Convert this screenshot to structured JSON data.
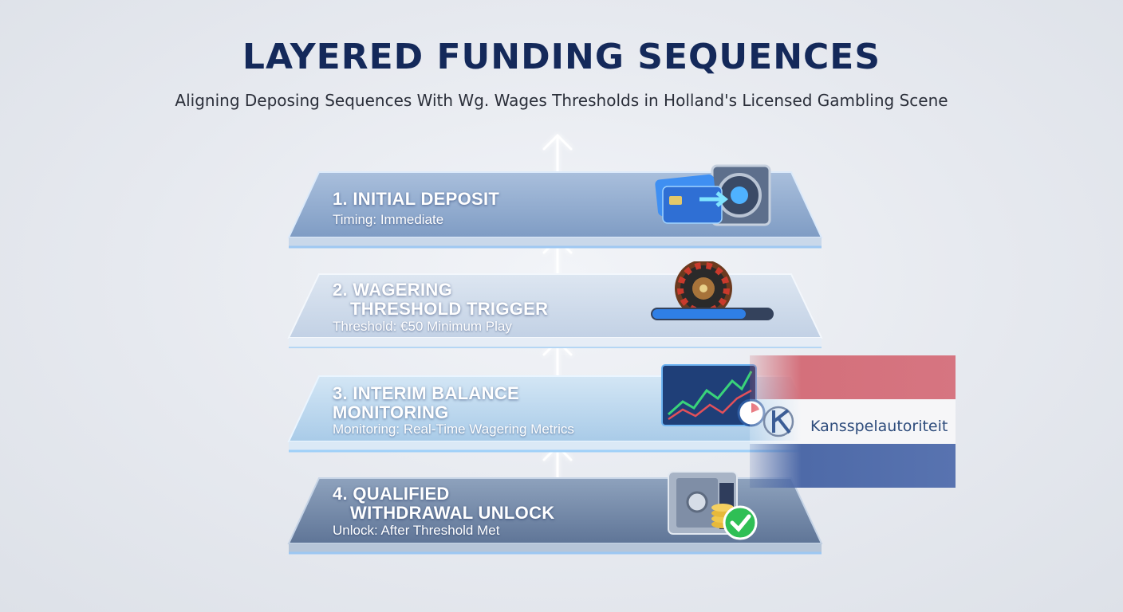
{
  "header": {
    "title": "LAYERED FUNDING SEQUENCES",
    "subtitle": "Aligning Deposing Sequences With Wg. Wages Thresholds in Holland's Licensed Gambling Scene"
  },
  "steps": [
    {
      "title_line1": "1. INITIAL DEPOSIT",
      "title_line2": "",
      "detail": "Timing: Immediate",
      "icon": "card-to-vault-icon"
    },
    {
      "title_line1": "2. WAGERING",
      "title_line2": "THRESHOLD TRIGGER",
      "detail": "Threshold: €50 Minimum Play",
      "icon": "roulette-progress-icon",
      "progress_fraction": 0.78
    },
    {
      "title_line1": "3. INTERIM BALANCE",
      "title_line2": "MONITORING",
      "detail": "Monitoring: Real-Time Wagering Metrics",
      "icon": "line-chart-clock-icon"
    },
    {
      "title_line1": "4. QUALIFIED",
      "title_line2": "WITHDRAWAL UNLOCK",
      "detail": "Unlock: After Threshold Met",
      "icon": "safe-coins-check-icon"
    }
  ],
  "regulator": {
    "name": "Kansspelautoriteit",
    "flag_colors": [
      "#d4707b",
      "#f6f6f8",
      "#4e6aa8"
    ]
  },
  "colors": {
    "title": "#14295a",
    "glow": "#8fd0ff",
    "progress": "#2f7fe6"
  }
}
